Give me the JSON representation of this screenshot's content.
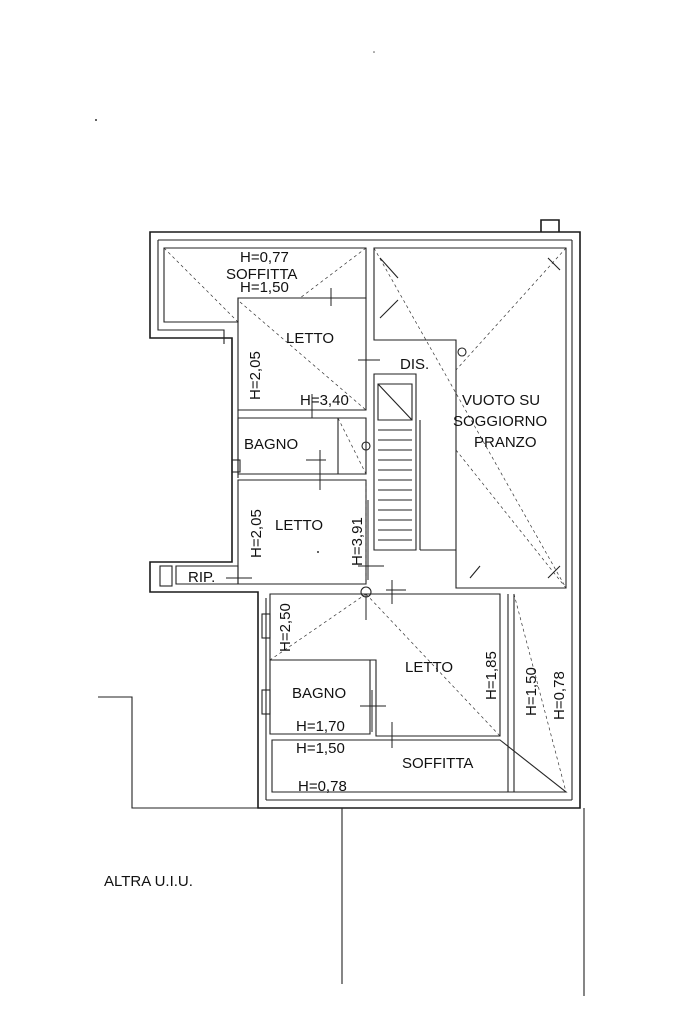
{
  "labels": {
    "soffitta_top_h077": "H=0,77",
    "soffitta_top": "SOFFITTA",
    "soffitta_top_h150": "H=1,50",
    "letto1": "LETTO",
    "letto1_h205": "H=2,05",
    "dis": "DIS.",
    "vuoto_line1": "VUOTO SU",
    "vuoto_line2": "SOGGIORNO",
    "vuoto_line3": "PRANZO",
    "h340": "H=3,40",
    "bagno1": "BAGNO",
    "letto2": "LETTO",
    "letto2_h205": "H=2,05",
    "h391": "H=3,91",
    "rip": "RIP.",
    "h250": "H=2,50",
    "letto3": "LETTO",
    "h185": "H=1,85",
    "h150_right": "H=1,50",
    "h078_right": "H=0,78",
    "bagno2": "BAGNO",
    "h170": "H=1,70",
    "h150_bottom": "H=1,50",
    "soffitta_bottom": "SOFFITTA",
    "h078_bottom": "H=0,78",
    "altra_uiu": "ALTRA U.I.U."
  }
}
